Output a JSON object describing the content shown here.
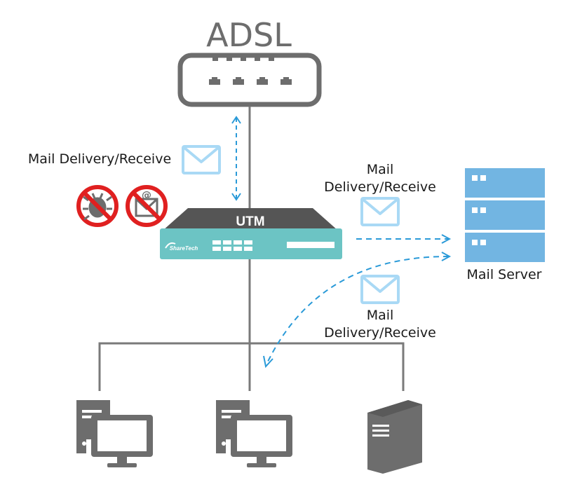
{
  "labels": {
    "adsl": "ADSL",
    "utm": "UTM",
    "brand": "ShareTech",
    "mail_delivery_left": "Mail Delivery/Receive",
    "mail_right_top_line1": "Mail",
    "mail_right_top_line2": "Delivery/Receive",
    "mail_right_bottom_line1": "Mail",
    "mail_right_bottom_line2": "Delivery/Receive",
    "mail_server": "Mail Server"
  },
  "colors": {
    "gray": "#6d6d6d",
    "line_gray": "#7a7a7a",
    "utm_teal": "#6cc4c4",
    "utm_top": "#555555",
    "server_blue": "#72b5e2",
    "envelope_blue": "#a9d9f5",
    "dashed_blue": "#2a9ad8",
    "forbid_red": "#e02020"
  },
  "icons": {
    "modem": "adsl-modem-icon",
    "envelope": "envelope-icon",
    "virus_blocked": "virus-blocked-icon",
    "spam_blocked": "spam-blocked-icon",
    "server": "mail-server-icon",
    "workstation": "workstation-icon",
    "tower": "tower-server-icon"
  }
}
